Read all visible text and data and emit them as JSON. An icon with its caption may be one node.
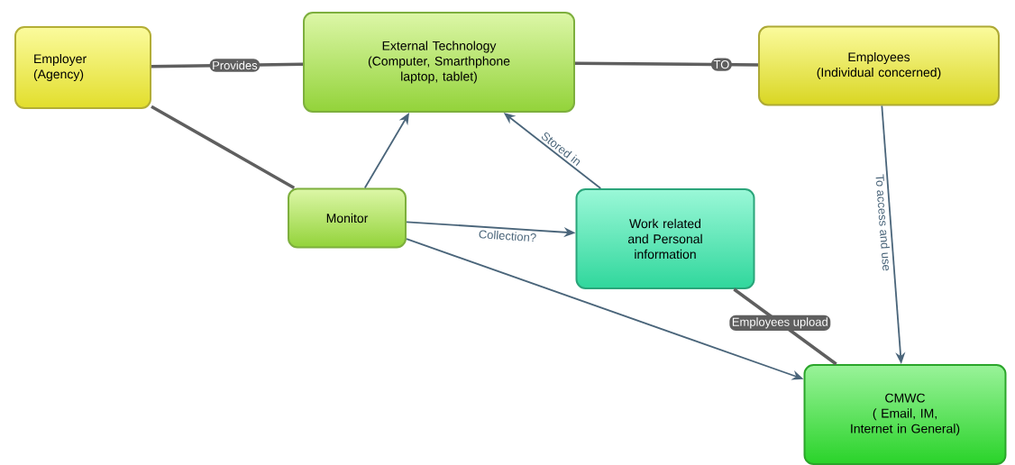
{
  "diagram": {
    "nodes": [
      {
        "text": [
          "Employer",
          "(Agency)"
        ]
      },
      {
        "text": [
          "External Technology",
          "(Computer, Smarthphone laptop, tablet)"
        ]
      },
      {
        "text": [
          "Employees",
          "(Individual concerned)"
        ]
      },
      {
        "text": [
          "Monitor"
        ]
      },
      {
        "text": [
          "Work related and Personal information"
        ]
      },
      {
        "text": [
          "CMWC",
          "( Email, IM, Internet in General)"
        ]
      }
    ],
    "edges": [
      {
        "from": 0,
        "to": 1,
        "arrow": "none",
        "label": "Provides",
        "style": "thick",
        "color": "#5f5f5f"
      },
      {
        "from": 1,
        "to": 2,
        "arrow": "none",
        "label": "TO",
        "style": "thick",
        "color": "#5f5f5f"
      },
      {
        "from": 0,
        "to": 3,
        "arrow": "none",
        "style": "thick",
        "color": "#5f5f5f"
      },
      {
        "from": 3,
        "to": 1,
        "arrow": "to"
      },
      {
        "from": 4,
        "to": 1,
        "arrow": "to",
        "label": "Stored in"
      },
      {
        "from": 3,
        "to": 4,
        "arrow": "to",
        "label": "Collection?"
      },
      {
        "from": 3,
        "to": 5,
        "arrow": "to"
      },
      {
        "from": 2,
        "to": 5,
        "arrow": "to",
        "label": "To access and use"
      },
      {
        "from": 4,
        "to": 5,
        "arrow": "none",
        "label": "Employees upload",
        "style": "thick",
        "color": "#5f5f5f"
      }
    ]
  }
}
